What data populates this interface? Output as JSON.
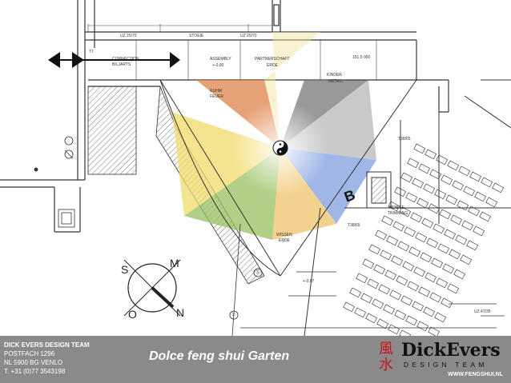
{
  "plan": {
    "labels": {
      "uz1": "UZ 25/70",
      "stoeie": "STOEIE",
      "uz2": "UZ 25/70",
      "ng": "151.5 000",
      "connection": "CONNECTION",
      "biljarts": "BILJARTS",
      "assembly": "ASSEMBLY",
      "level": "+-0.00",
      "partnership": "PARTNERSCHAFT",
      "erde": "ERDE",
      "ruhm": "RUHM",
      "feuer": "FEUER",
      "kinder": "KINDER",
      "metall": "METALL",
      "wissen": "WISSEN",
      "erde2": "ERDE",
      "mobile": "MOBILE",
      "trimming": "TRIMMING",
      "t7": "T7",
      "t38": "T38/65",
      "t38b": "T38/65",
      "uz3": "UZ 47/35",
      "level2": "+-0.07",
      "circle3": "3",
      "circle2": "2"
    },
    "letter_b": "B",
    "compass": {
      "n1": "S",
      "n2": "M",
      "n3": "O",
      "n4": "N"
    },
    "colors": {
      "fire": "#e0824a",
      "earth_top": "#f2e29a",
      "metal": "#9a9a9a",
      "water": "#7f9ee0",
      "wood": "#98c060",
      "yellow": "#f2dc6a",
      "orange_low": "#f0c46a"
    }
  },
  "footer": {
    "team": "DICK EVERS DESIGN TEAM",
    "postbox": "POSTFACH 1296",
    "city": "NL 5900 BG VENLO",
    "phone": "T. +31 (0)77 3543198",
    "title": "Dolce feng shui Garten",
    "logo_char_1": "風",
    "logo_char_2": "水",
    "brand": "DickEvers",
    "brand_sub": "DESIGN TEAM",
    "website": "WWW.FENGSHUI.NL",
    "background": "#8a8a8a",
    "logo_red": "#c8161d"
  }
}
